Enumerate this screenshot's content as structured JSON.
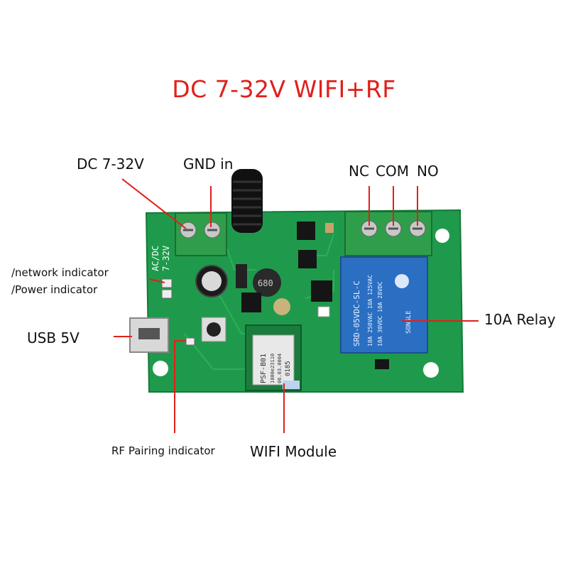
{
  "title": {
    "text": "DC 7-32V WIFI+RF",
    "color": "#e0201b"
  },
  "labels": {
    "dc_in": "DC 7-32V",
    "gnd_in": "GND in",
    "nc": "NC",
    "com": "COM",
    "no": "NO",
    "network_indicator": "/network indicator",
    "power_indicator": "/Power indicator",
    "usb": "USB 5V",
    "relay": "10A Relay",
    "rf_pairing": "RF Pairing indicator",
    "wifi_module": "WIFI Module"
  },
  "board_text": {
    "ac_dc": "AC/DC",
    "voltage": "7-32V",
    "inductor": "680",
    "module_id": "PSF-B01",
    "module_code": "1000e23110",
    "module_date": "06.03.0004",
    "module_num": "0185",
    "relay_model": "SRD-05VDC-SL-C",
    "relay_rating1": "10A 250VAC 10A 125VAC",
    "relay_rating2": "10A 30VDC 10A 28VDC",
    "relay_brand": "SONGLE"
  },
  "colors": {
    "pointer": "#e0201b",
    "board": "#1f9a4c",
    "terminal": "#2f9e4a",
    "relay": "#2b6fc2"
  }
}
